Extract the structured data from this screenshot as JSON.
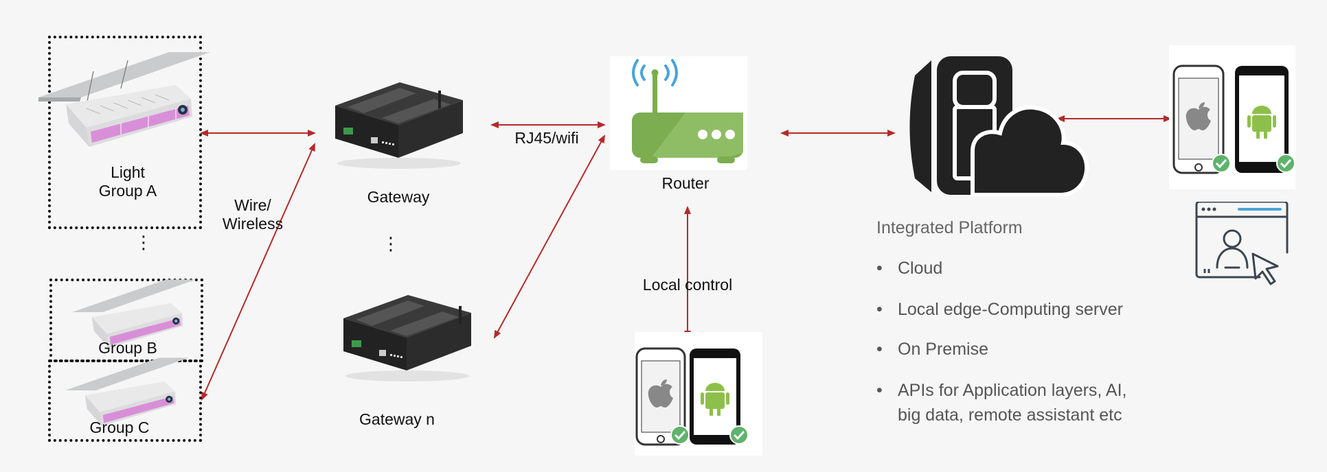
{
  "groups": {
    "a": "Light\nGroup A",
    "b": "Group B",
    "c": "Group C"
  },
  "ellipsis": "⋮",
  "connection_label": "Wire/\nWireless",
  "gateways": {
    "first": "Gateway",
    "last": "Gateway n"
  },
  "rj45_label": "RJ45/wifi",
  "router_label": "Router",
  "local_control_label": "Local control",
  "platform": {
    "title": "Integrated Platform",
    "bullet_symbol": "•",
    "items": [
      "Cloud",
      "Local edge-Computing server",
      "On Premise",
      "APIs for Application layers, AI,",
      "big data, remote assistant etc"
    ]
  },
  "icons": [
    "grow-light-icon",
    "gateway-device-icon",
    "router-icon",
    "cloud-server-icon",
    "iphone-icon",
    "android-phone-icon",
    "checkmark-badge-icon",
    "web-user-icon"
  ],
  "colors": {
    "arrow": "#b52a2a",
    "router_green": "#7cad51",
    "wifi_blue": "#4aa3d8",
    "device_dark": "#2a2a2a",
    "android_green": "#8dc04a",
    "check_green": "#5fb36b",
    "text_gray": "#555555"
  }
}
